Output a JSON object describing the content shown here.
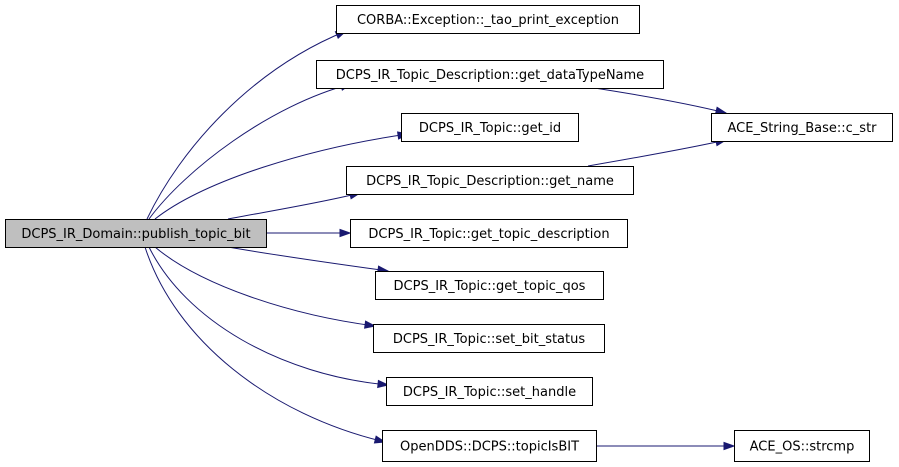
{
  "graph": {
    "root": "DCPS_IR_Domain::publish_topic_bit",
    "nodes": [
      {
        "id": "root",
        "label": "DCPS_IR_Domain::publish_topic_bit",
        "interactable": false
      },
      {
        "id": "tao",
        "label": "CORBA::Exception::_tao_print_exception",
        "interactable": true
      },
      {
        "id": "desc_type",
        "label": "DCPS_IR_Topic_Description::get_dataTypeName",
        "interactable": true
      },
      {
        "id": "get_id",
        "label": "DCPS_IR_Topic::get_id",
        "interactable": true
      },
      {
        "id": "desc_name",
        "label": "DCPS_IR_Topic_Description::get_name",
        "interactable": true
      },
      {
        "id": "get_desc",
        "label": "DCPS_IR_Topic::get_topic_description",
        "interactable": true
      },
      {
        "id": "get_qos",
        "label": "DCPS_IR_Topic::get_topic_qos",
        "interactable": true
      },
      {
        "id": "set_bit",
        "label": "DCPS_IR_Topic::set_bit_status",
        "interactable": true
      },
      {
        "id": "set_handle",
        "label": "DCPS_IR_Topic::set_handle",
        "interactable": true
      },
      {
        "id": "is_bit",
        "label": "OpenDDS::DCPS::topicIsBIT",
        "interactable": true
      },
      {
        "id": "c_str",
        "label": "ACE_String_Base::c_str",
        "interactable": true
      },
      {
        "id": "strcmp",
        "label": "ACE_OS::strcmp",
        "interactable": true
      }
    ],
    "edges": [
      {
        "from": "root",
        "to": "tao"
      },
      {
        "from": "root",
        "to": "desc_type"
      },
      {
        "from": "root",
        "to": "get_id"
      },
      {
        "from": "root",
        "to": "desc_name"
      },
      {
        "from": "root",
        "to": "get_desc"
      },
      {
        "from": "root",
        "to": "get_qos"
      },
      {
        "from": "root",
        "to": "set_bit"
      },
      {
        "from": "root",
        "to": "set_handle"
      },
      {
        "from": "root",
        "to": "is_bit"
      },
      {
        "from": "desc_type",
        "to": "c_str"
      },
      {
        "from": "desc_name",
        "to": "c_str"
      },
      {
        "from": "is_bit",
        "to": "strcmp"
      }
    ],
    "colors": {
      "edge": "#191970",
      "root_fill": "#bfbfbf",
      "node_fill": "#ffffff",
      "node_border": "#000000"
    }
  }
}
